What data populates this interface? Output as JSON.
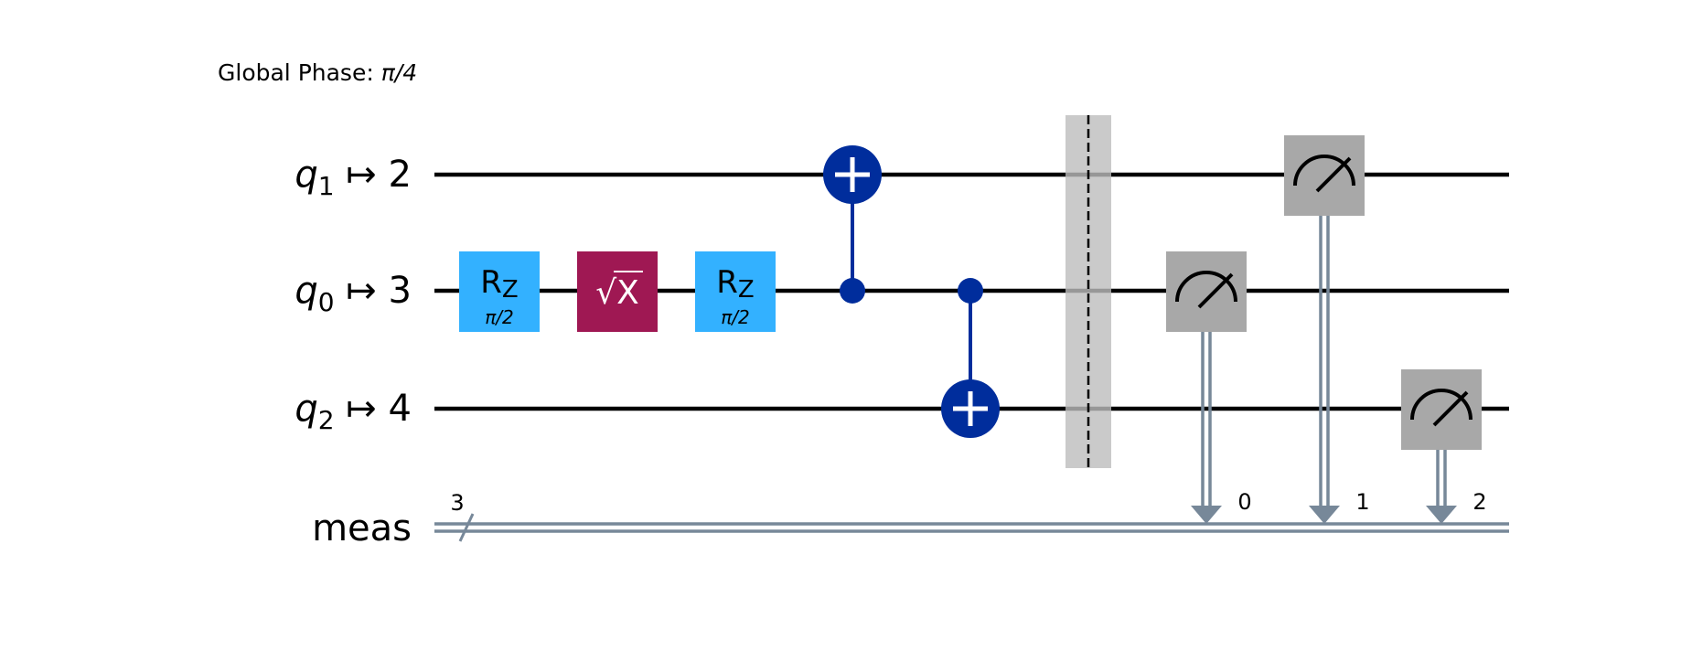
{
  "global_phase": {
    "label": "Global Phase: ",
    "value": "π/4"
  },
  "colors": {
    "wire": "#000000",
    "rz": "#33B1FF",
    "sx": "#9F1853",
    "cnot": "#002D9C",
    "measure": "#A8A8A8",
    "classical": "#778899",
    "barrier": "#BDBDBD"
  },
  "qubits": [
    {
      "name": "q",
      "index": "1",
      "arrow": "↦",
      "physical": "2"
    },
    {
      "name": "q",
      "index": "0",
      "arrow": "↦",
      "physical": "3"
    },
    {
      "name": "q",
      "index": "2",
      "arrow": "↦",
      "physical": "4"
    }
  ],
  "classical_register": {
    "name": "meas",
    "size": "3"
  },
  "gates": [
    {
      "type": "rz",
      "wire": 1,
      "col": 0,
      "label": "R",
      "sub": "Z",
      "param": "π/2"
    },
    {
      "type": "sx",
      "wire": 1,
      "col": 1,
      "label": "√X"
    },
    {
      "type": "rz",
      "wire": 1,
      "col": 2,
      "label": "R",
      "sub": "Z",
      "param": "π/2"
    },
    {
      "type": "cx",
      "control": 1,
      "target": 0,
      "col": 3
    },
    {
      "type": "cx",
      "control": 1,
      "target": 2,
      "col": 4
    },
    {
      "type": "barrier",
      "col": 5
    },
    {
      "type": "measure",
      "wire": 1,
      "col": 6,
      "clbit": "0"
    },
    {
      "type": "measure",
      "wire": 0,
      "col": 7,
      "clbit": "1"
    },
    {
      "type": "measure",
      "wire": 2,
      "col": 8,
      "clbit": "2"
    }
  ]
}
